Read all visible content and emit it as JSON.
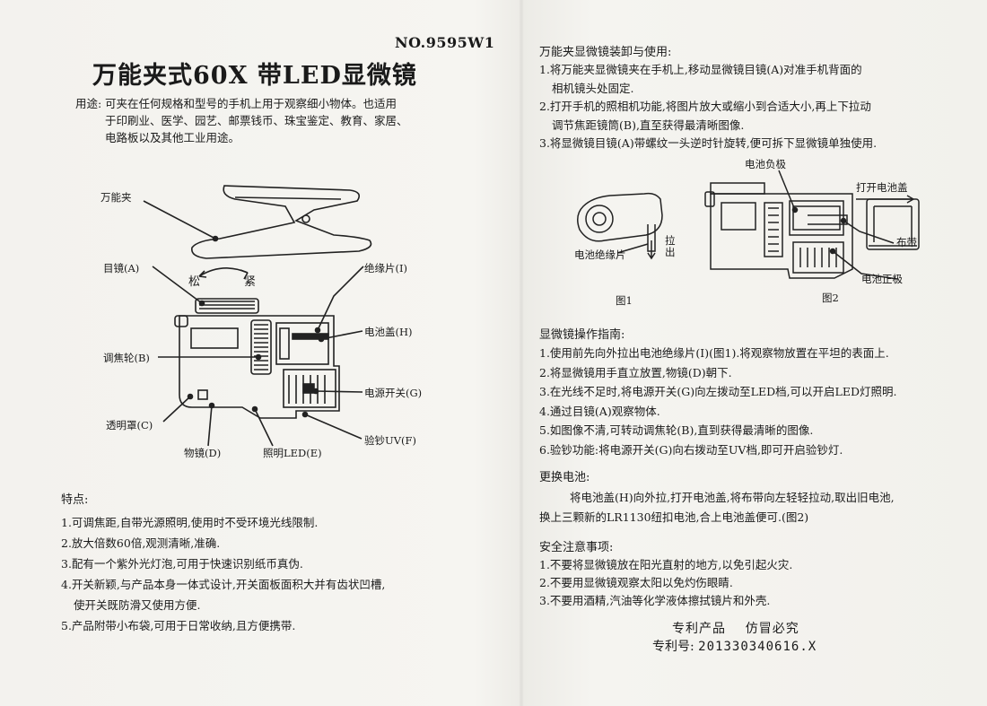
{
  "header": {
    "model_no": "NO.9595W1",
    "title": "万能夹式60X 带LED显微镜"
  },
  "purpose": {
    "label": "用途:",
    "lines": [
      "可夹在任何规格和型号的手机上用于观察细小物体。也适用",
      "于印刷业、医学、园艺、邮票钱币、珠宝鉴定、教育、家居、",
      "电路板以及其他工业用途。"
    ]
  },
  "diagram_main": {
    "labels": {
      "clip": "万能夹",
      "loose": "松",
      "tight": "紧",
      "eyepiece": "目镜(A)",
      "insulator": "绝缘片(I)",
      "battery_cover": "电池盖(H)",
      "focus_wheel": "调焦轮(B)",
      "power_switch": "电源开关(G)",
      "transparent_cover": "透明罩(C)",
      "objective": "物镜(D)",
      "led": "照明LED(E)",
      "uv": "验钞UV(F)"
    }
  },
  "features": {
    "heading": "特点:",
    "items": [
      "1.可调焦距,自带光源照明,使用时不受环境光线限制.",
      "2.放大倍数60倍,观测清晰,准确.",
      "3.配有一个紫外光灯泡,可用于快速识别纸币真伪.",
      "4.开关新颖,与产品本身一体式设计,开关面板面积大并有齿状凹槽,",
      "  使开关既防滑又使用方便.",
      "5.产品附带小布袋,可用于日常收纳,且方便携带."
    ]
  },
  "assembly": {
    "heading": "万能夹显微镜装卸与使用:",
    "items": [
      "1.将万能夹显微镜夹在手机上,移动显微镜目镜(A)对准手机背面的",
      "  相机镜头处固定.",
      "2.打开手机的照相机功能,将图片放大或缩小到合适大小,再上下拉动",
      "  调节焦距镜筒(B),直至获得最清晰图像.",
      "3.将显微镜目镜(A)带螺纹一头逆时针旋转,便可拆下显微镜单独使用."
    ]
  },
  "figures": {
    "fig1_caption": "图1",
    "fig2_caption": "图2",
    "pull_out": "拉出",
    "battery_insulator": "电池绝缘片",
    "battery_negative": "电池负极",
    "open_cover": "打开电池盖",
    "cloth_strap": "布带",
    "battery_positive": "电池正极"
  },
  "operation": {
    "heading": "显微镜操作指南:",
    "items": [
      "1.使用前先向外拉出电池绝缘片(I)(图1).将观察物放置在平坦的表面上.",
      "2.将显微镜用手直立放置,物镜(D)朝下.",
      "3.在光线不足时,将电源开关(G)向左拨动至LED档,可以开启LED灯照明.",
      "4.通过目镜(A)观察物体.",
      "5.如图像不清,可转动调焦轮(B),直到获得最清晰的图像.",
      "6.验钞功能:将电源开关(G)向右拨动至UV档,即可开启验钞灯."
    ]
  },
  "battery": {
    "heading": "更换电池:",
    "line1": "将电池盖(H)向外拉,打开电池盖,将布带向左轻轻拉动,取出旧电池,",
    "line2": "换上三颗新的LR1130纽扣电池,合上电池盖便可.(图2)"
  },
  "safety": {
    "heading": "安全注意事项:",
    "items": [
      "1.不要将显微镜放在阳光直射的地方,以免引起火灾.",
      "2.不要用显微镜观察太阳以免灼伤眼睛.",
      "3.不要用酒精,汽油等化学液体擦拭镜片和外壳."
    ]
  },
  "patent": {
    "line1": "专利产品    仿冒必究",
    "label": "专利号:",
    "number": "201330340616.X"
  }
}
